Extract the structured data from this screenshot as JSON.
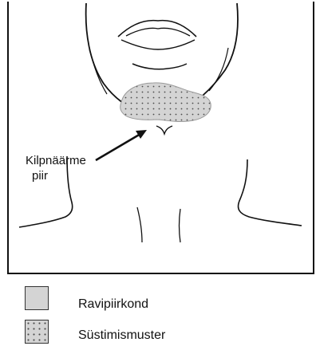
{
  "diagram": {
    "annotation": {
      "line1": "Kilpnäärme",
      "line2": "piir"
    }
  },
  "legend": {
    "items": [
      {
        "label": "Ravipiirkond",
        "pattern": "solid-gray"
      },
      {
        "label": "Süstimismuster",
        "pattern": "dotted-gray"
      }
    ]
  },
  "colors": {
    "outline": "#111111",
    "region_fill": "#d4d4d4",
    "dot": "#4a4a4a",
    "background": "#ffffff"
  }
}
